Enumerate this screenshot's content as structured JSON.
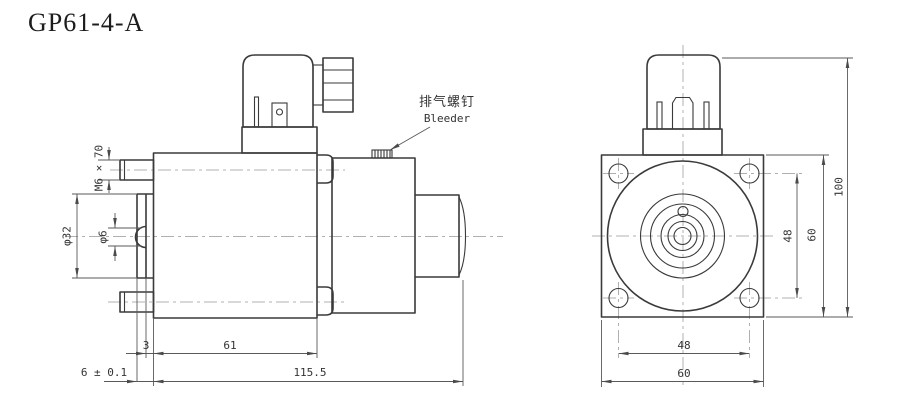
{
  "title": "GP61-4-A",
  "views": {
    "side": {
      "dims": {
        "stud_thread": "M6 × 70",
        "pilot_diameter": "φ32",
        "pin_diameter": "φ6",
        "plate_step": "3",
        "body_length": "61",
        "plate_thickness": "6 ± 0.1",
        "overall_length": "115.5"
      },
      "callouts": {
        "bleeder_zh": "排气螺钉",
        "bleeder_en": "Bleeder"
      }
    },
    "front": {
      "dims": {
        "bolt_spacing_vertical": "48",
        "flange_height": "60",
        "overall_height": "100",
        "bolt_spacing_horizontal": "48",
        "flange_width": "60"
      }
    }
  },
  "colors": {
    "object_line": "#3a3a3a",
    "dimension_line": "#5a5a5a",
    "centerline": "#b0b0b0",
    "text": "#333333",
    "background": "#ffffff"
  }
}
